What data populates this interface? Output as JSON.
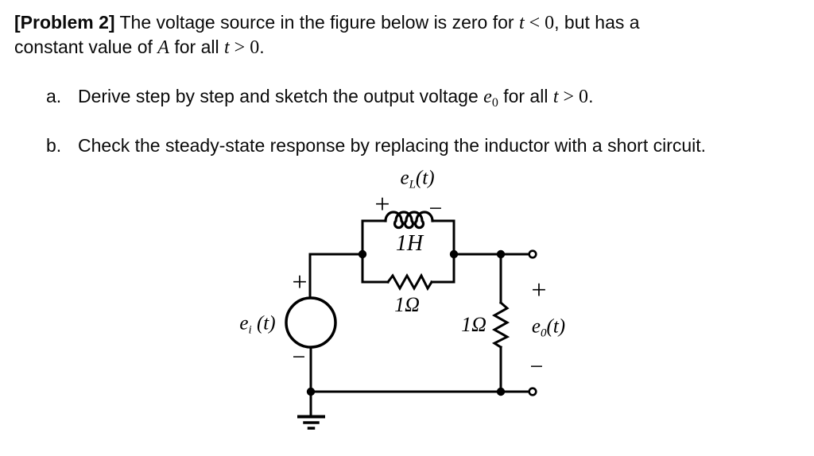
{
  "colors": {
    "ink": "#000000",
    "paper": "#ffffff"
  },
  "problem": {
    "tag": "[Problem 2]",
    "l1_text1": " The voltage source in the figure below is zero for ",
    "l1_math_var": "t",
    "l1_math_rest": " < 0",
    "l1_text2": ", but has a",
    "l2_text1": "constant value of ",
    "l2_math_var": "A",
    "l2_text2": " for all ",
    "l2_math_var2": "t",
    "l2_math_rest2": " > 0",
    "l2_text3": "."
  },
  "items": {
    "a": {
      "label": "a.",
      "text1": "Derive step by step and sketch the output voltage ",
      "var": "e",
      "sub": "0",
      "text2": " for all ",
      "var2": "t",
      "rest2": " > 0",
      "text3": "."
    },
    "b": {
      "label": "b.",
      "text": "Check the steady-state response by replacing the inductor with a short circuit."
    }
  },
  "circuit": {
    "plus": "+",
    "minus": "−",
    "el": {
      "base": "e",
      "sub": "L",
      "arg": "(t)"
    },
    "inductor_value": "1H",
    "parallel_resistor_value": "1Ω",
    "load_resistor_value": "1Ω",
    "ei": {
      "base": "e",
      "sub": "i",
      "arg": " (t)"
    },
    "eo": {
      "base": "e",
      "sub": "0",
      "arg": "(t)"
    }
  }
}
